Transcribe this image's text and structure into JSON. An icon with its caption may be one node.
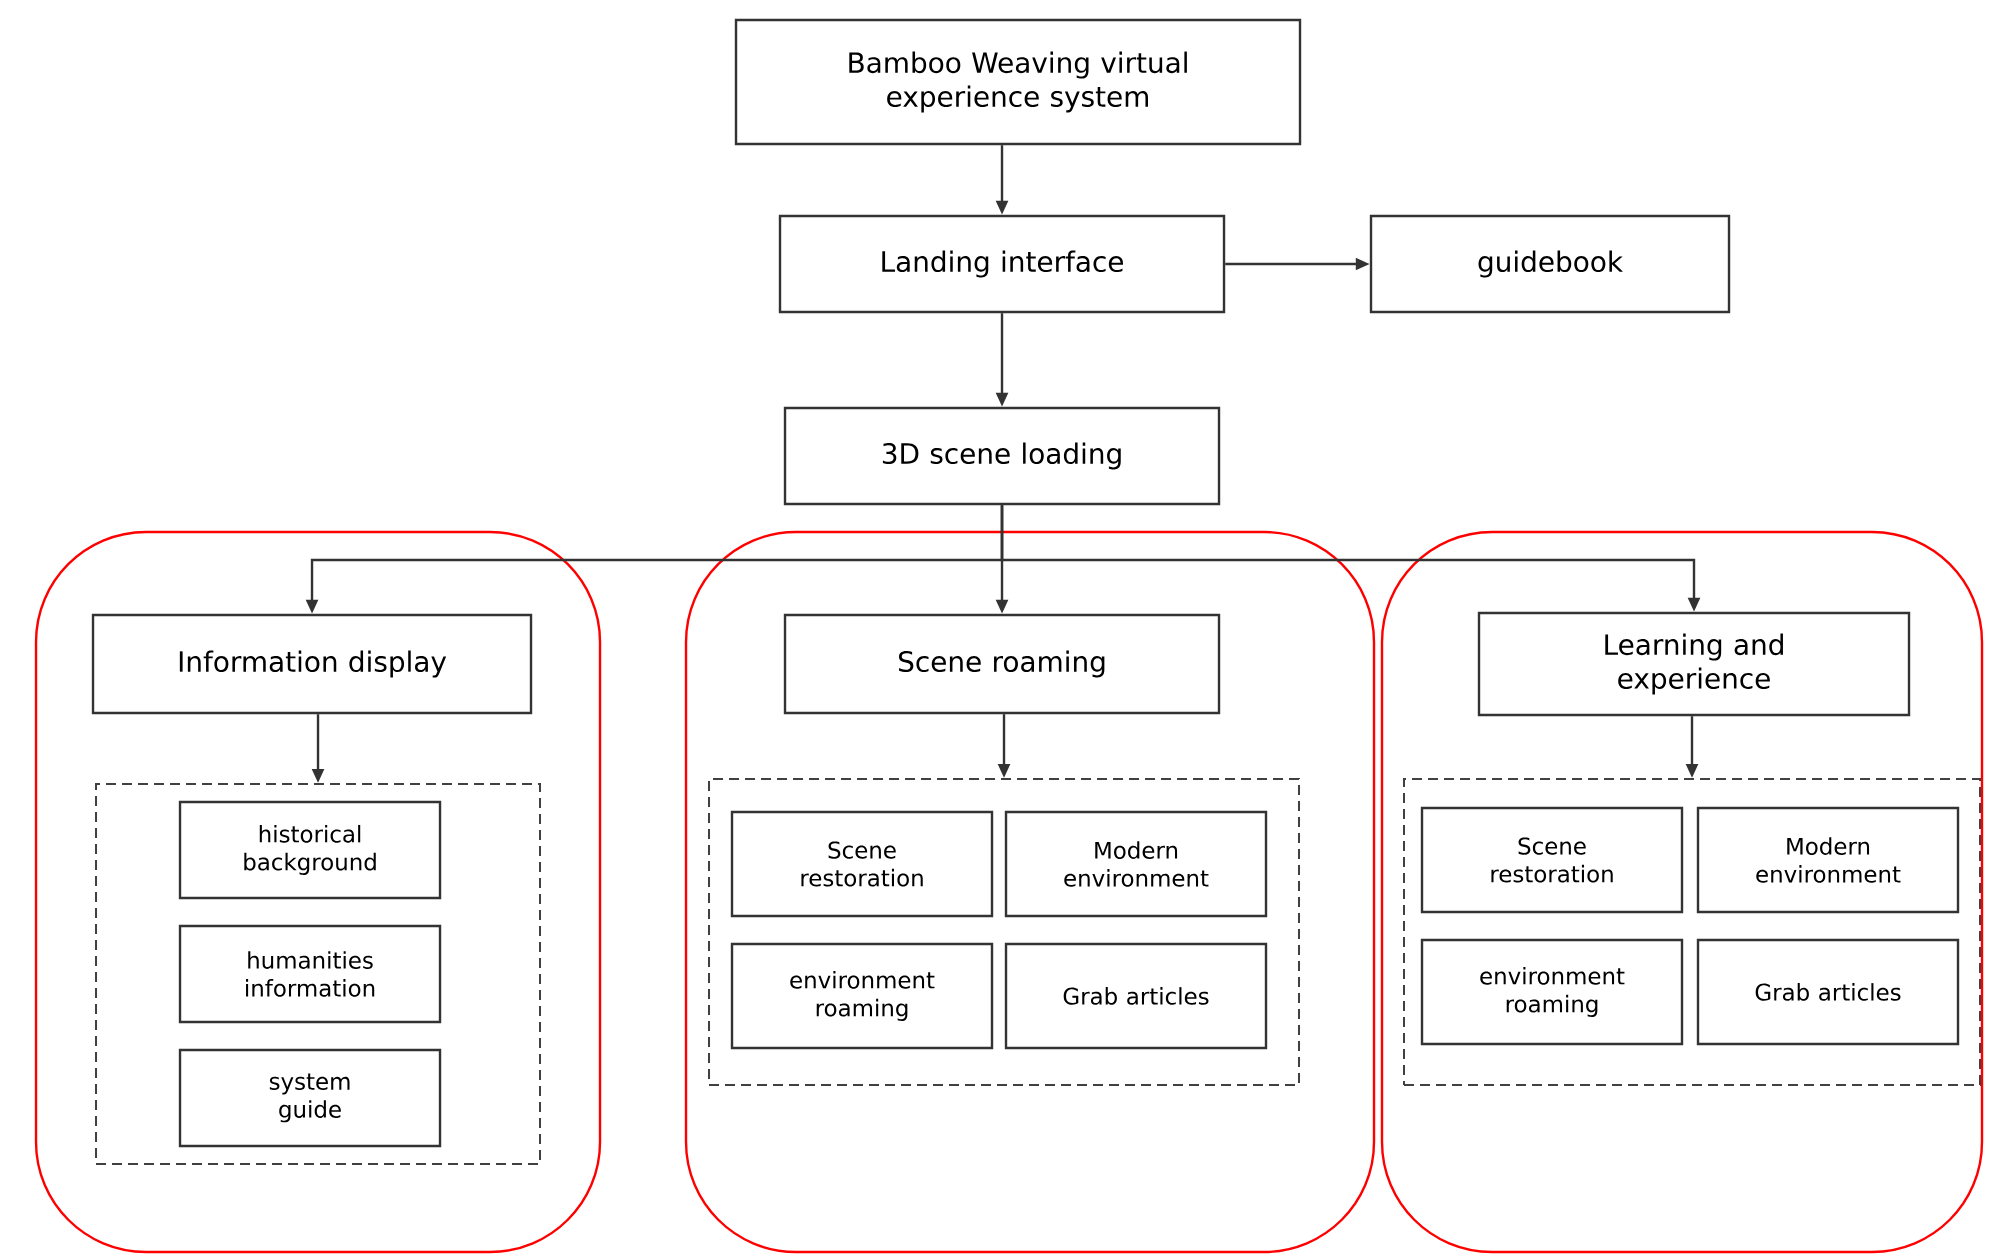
{
  "diagram": {
    "nodes": [
      {
        "text": [
          "Bamboo Weaving virtual experience system"
        ]
      },
      {
        "text": [
          "Landing interface"
        ]
      },
      {
        "text": [
          "guidebook"
        ]
      },
      {
        "text": [
          "3D scene loading"
        ]
      },
      {
        "text": [],
        "shape": "band"
      },
      {
        "text": [
          "Information display"
        ],
        "in": 4
      },
      {
        "text": [],
        "shape": "box",
        "in": 4
      },
      {
        "text": [
          "historical background"
        ],
        "in": 6
      },
      {
        "text": [
          "humanities information"
        ],
        "in": 6
      },
      {
        "text": [
          "system guide"
        ],
        "in": 6
      },
      {
        "text": [],
        "shape": "band"
      },
      {
        "text": [
          "Scene roaming"
        ],
        "in": 10
      },
      {
        "text": [],
        "shape": "box",
        "in": 10
      },
      {
        "text": [
          "Scene restoration"
        ],
        "in": 12
      },
      {
        "text": [
          "Modern environment"
        ],
        "in": 12
      },
      {
        "text": [
          "environment roaming"
        ],
        "in": 12
      },
      {
        "text": [
          "Grab articles"
        ],
        "in": 12
      },
      {
        "text": [],
        "shape": "band"
      },
      {
        "text": [
          "Learning and experience"
        ],
        "in": 17
      },
      {
        "text": [],
        "shape": "box",
        "in": 17
      },
      {
        "text": [
          "Scene restoration"
        ],
        "in": 19
      },
      {
        "text": [
          "Modern environment"
        ],
        "in": 19
      },
      {
        "text": [
          "environment roaming"
        ],
        "in": 19
      },
      {
        "text": [
          "Grab articles"
        ],
        "in": 19
      }
    ],
    "edges": [
      {
        "from": 0,
        "to": 1,
        "arrow": "to"
      },
      {
        "from": 1,
        "to": 2,
        "arrow": "to"
      },
      {
        "from": 1,
        "to": 3,
        "arrow": "to"
      },
      {
        "from": 3,
        "to": 5,
        "arrow": "to"
      },
      {
        "from": 3,
        "to": 11,
        "arrow": "to"
      },
      {
        "from": 3,
        "to": 18,
        "arrow": "to"
      },
      {
        "from": 5,
        "to": 6,
        "arrow": "to"
      },
      {
        "from": 11,
        "to": 12,
        "arrow": "to"
      },
      {
        "from": 18,
        "to": 19,
        "arrow": "to"
      }
    ]
  }
}
